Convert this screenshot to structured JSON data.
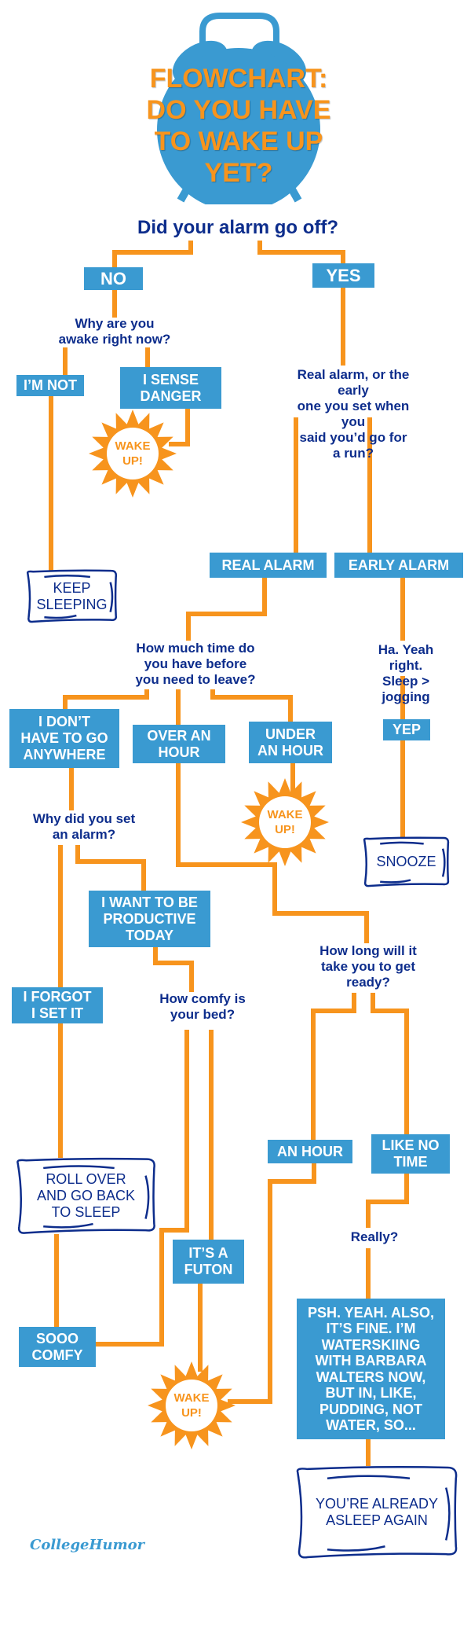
{
  "colors": {
    "box": "#3a9ad1",
    "line": "#f7941d",
    "text": "#0d2d8c"
  },
  "title": "FLOWCHART:\nDO YOU HAVE\nTO WAKE UP\nYET?",
  "q_alarm": "Did your alarm go off?",
  "no": "NO",
  "yes": "YES",
  "q_why_awake": "Why are you\nawake right now?",
  "im_not": "I’M NOT",
  "sense_danger": "I SENSE\nDANGER",
  "wake_up": "WAKE\nUP!",
  "keep_sleeping": "KEEP\nSLEEPING",
  "q_real_or_early": "Real alarm, or the early\none you set when you\nsaid you’d go for a run?",
  "real_alarm": "REAL ALARM",
  "early_alarm": "EARLY ALARM",
  "q_time": "How much time do\nyou have before\nyou need to leave?",
  "ha_yeah": "Ha. Yeah right.\nSleep > jogging",
  "yep": "YEP",
  "snooze": "SNOOZE",
  "dont_have_to_go": "I DON’T\nHAVE TO GO\nANYWHERE",
  "over_an_hour": "OVER AN\nHOUR",
  "under_an_hour": "UNDER\nAN HOUR",
  "q_why_set": "Why did you set\nan alarm?",
  "productive": "I WANT TO BE\nPRODUCTIVE\nTODAY",
  "q_how_long": "How long will it\ntake you to get\nready?",
  "forgot": "I FORGOT\nI SET IT",
  "q_comfy": "How comfy is\nyour bed?",
  "an_hour": "AN HOUR",
  "like_no_time": "LIKE NO\nTIME",
  "roll_over": "ROLL OVER\nAND GO BACK\nTO SLEEP",
  "futon": "IT’S A\nFUTON",
  "really": "Really?",
  "sooo_comfy": "SOOO\nCOMFY",
  "psh": "PSH. YEAH. ALSO,\nIT’S FINE. I’M\nWATERSKIING\nWITH BARBARA\nWALTERS NOW,\nBUT IN, LIKE,\nPUDDING, NOT\nWATER, SO...",
  "already_asleep": "YOU’RE ALREADY\nASLEEP AGAIN",
  "logo": "CollegeHumor"
}
